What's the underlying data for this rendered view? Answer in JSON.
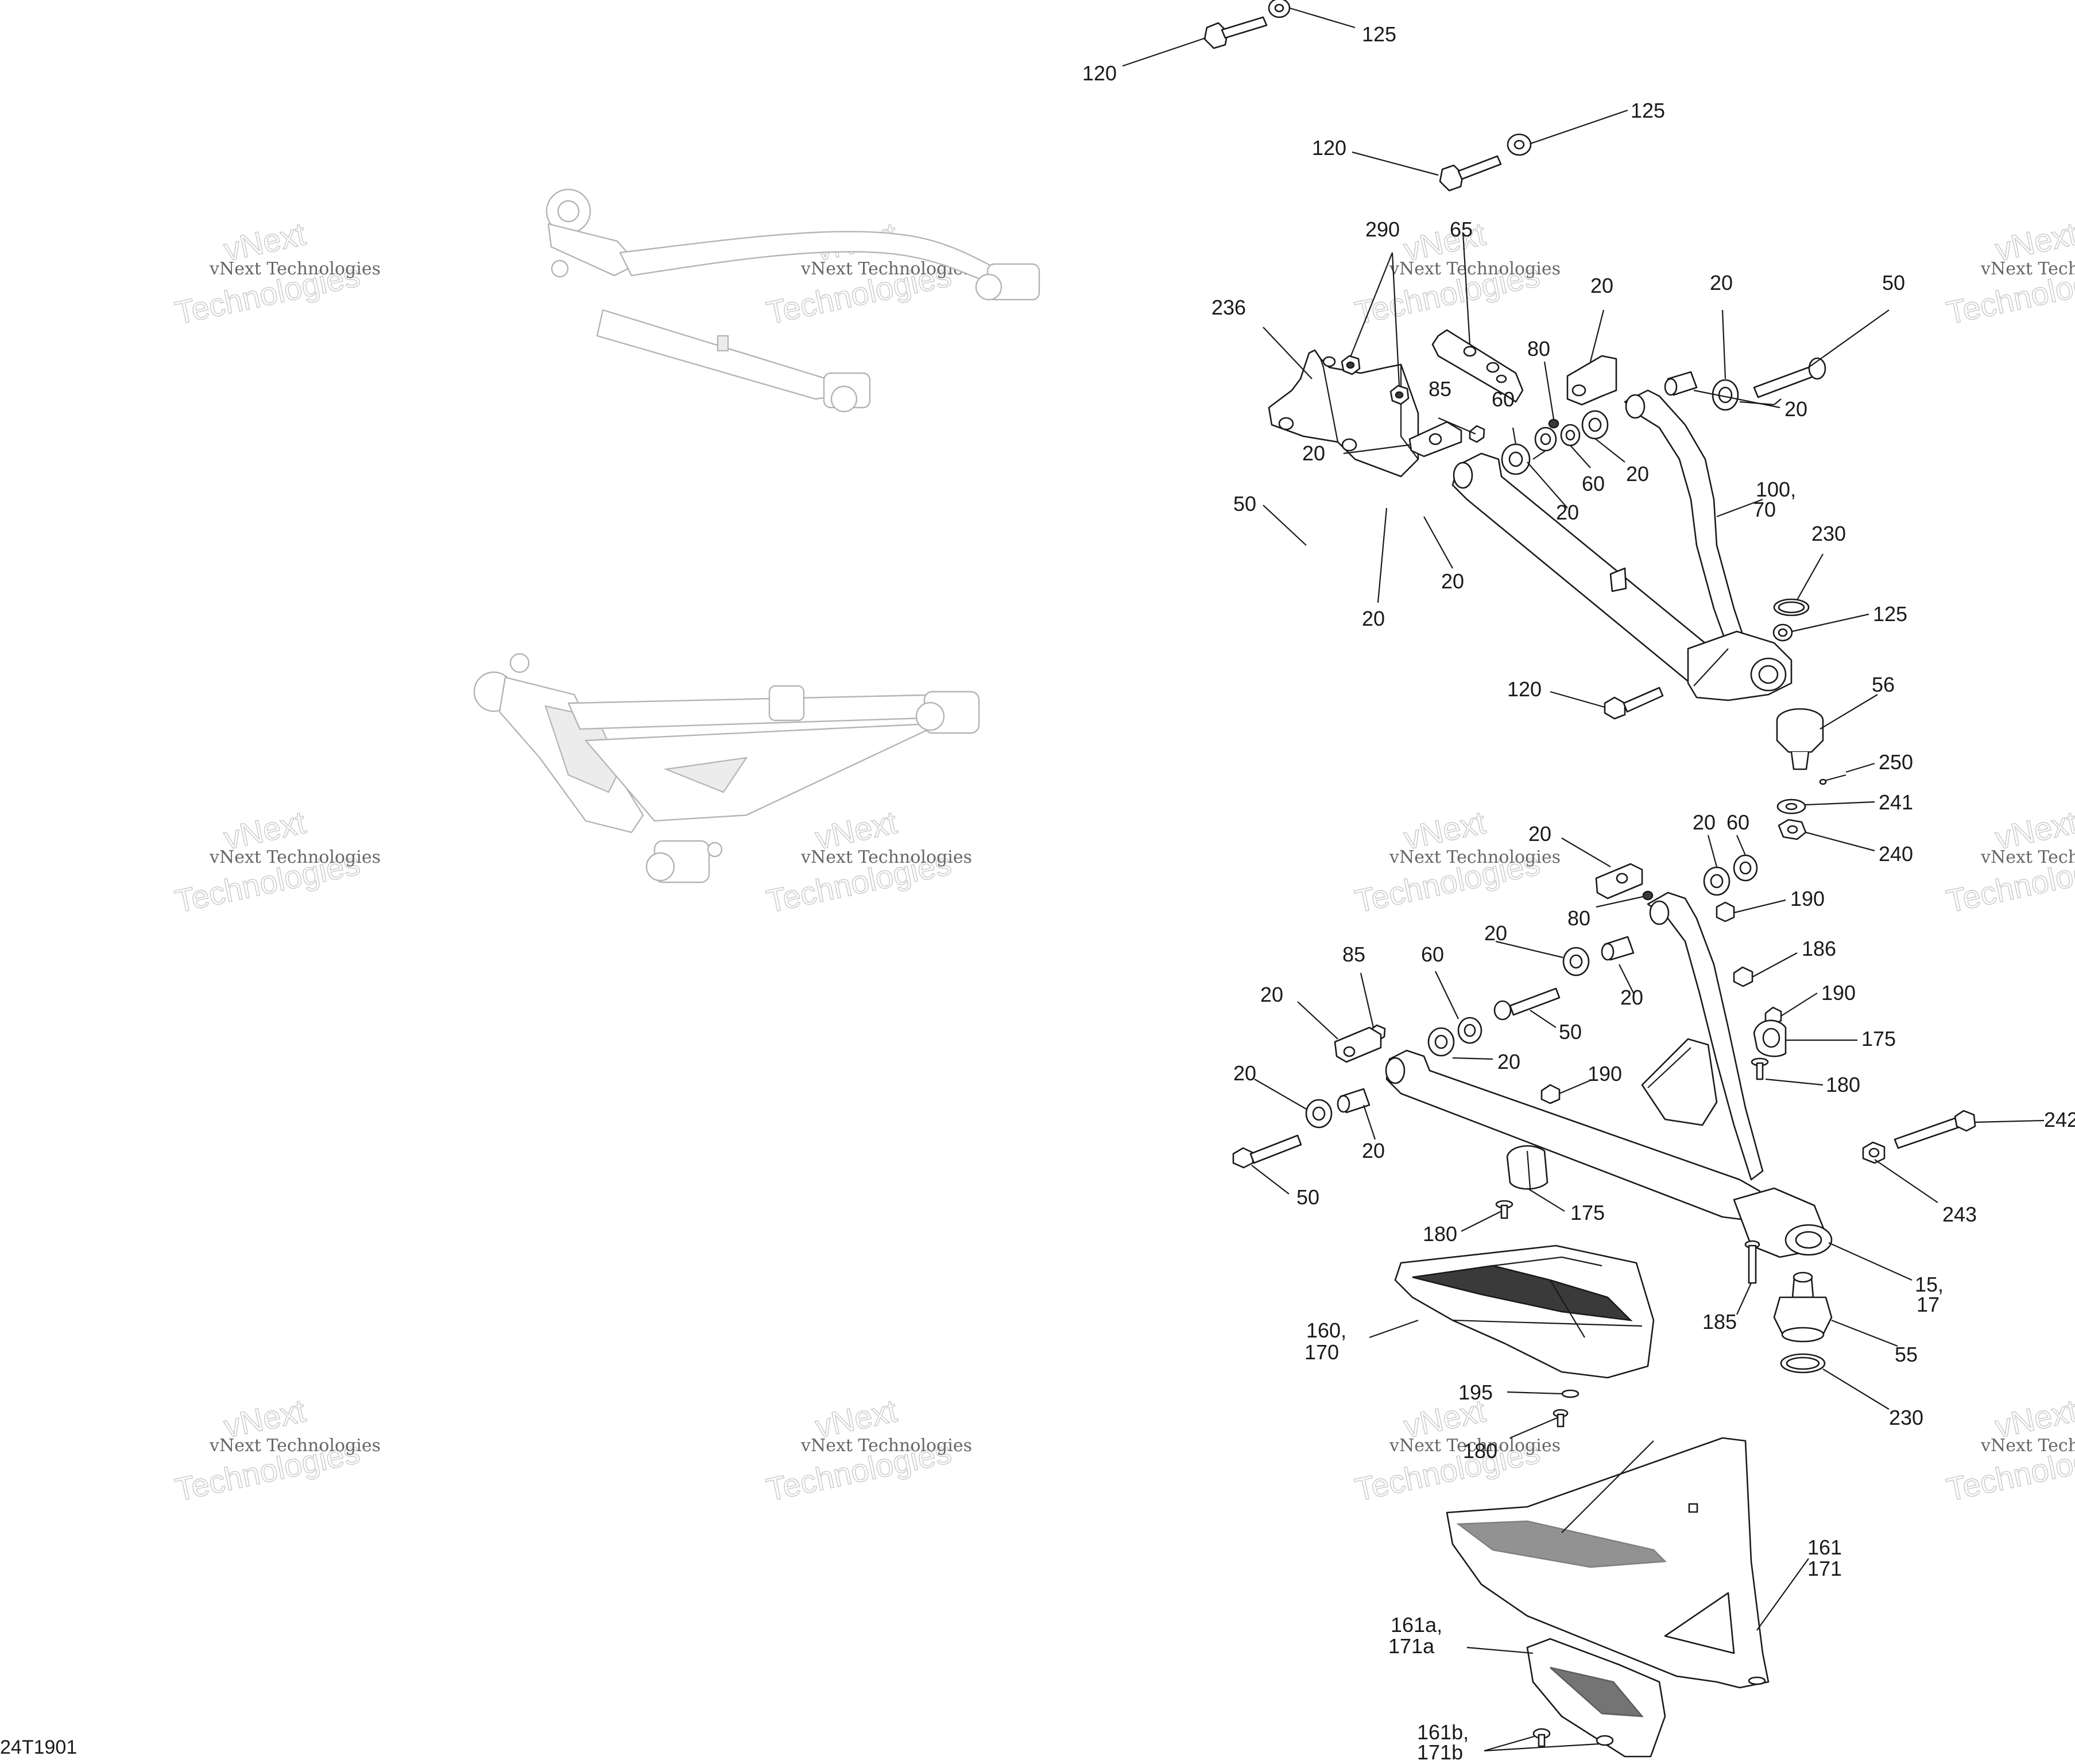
{
  "figure_id": "24T1901",
  "watermark": {
    "line1": "vNext",
    "line2": "Technologies",
    "full": "vNext Technologies"
  },
  "callouts": {
    "c120a": "120",
    "c125a": "125",
    "c120b": "120",
    "c125b": "125",
    "c290": "290",
    "c65": "65",
    "c236": "236",
    "c80a": "80",
    "c20a": "20",
    "c20b": "20",
    "c50a": "50",
    "c85a": "85",
    "c60a": "60",
    "c20c": "20",
    "c20d": "20",
    "c60b": "60",
    "c20e": "20",
    "c20f": "20",
    "c100": "100,",
    "c70": "70",
    "c50b": "50",
    "c20g": "20",
    "c20h": "20",
    "c230a": "230",
    "c125c": "125",
    "c120c": "120",
    "c56": "56",
    "c250": "250",
    "c241": "241",
    "c240": "240",
    "c60c": "60",
    "c20i": "20",
    "c20j": "20",
    "c80b": "80",
    "c190a": "190",
    "c186": "186",
    "c85b": "85",
    "c60d": "60",
    "c20k": "20",
    "c20l": "20",
    "c50c": "50",
    "c190b": "190",
    "c175a": "175",
    "c20m": "20",
    "c20n": "20",
    "c190c": "190",
    "c180a": "180",
    "c242": "242",
    "c20o": "20",
    "c20p": "20",
    "c243": "243",
    "c50d": "50",
    "c175b": "175",
    "c180b": "180",
    "c15": "15,",
    "c17": "17",
    "c160": "160,",
    "c170": "170",
    "c185": "185",
    "c55": "55",
    "c195": "195",
    "c180c": "180",
    "c230b": "230",
    "c161": "161",
    "c171": "171",
    "c161a": "161a,",
    "c171a": "171a",
    "c161b": "161b,",
    "c171b": "171b"
  }
}
